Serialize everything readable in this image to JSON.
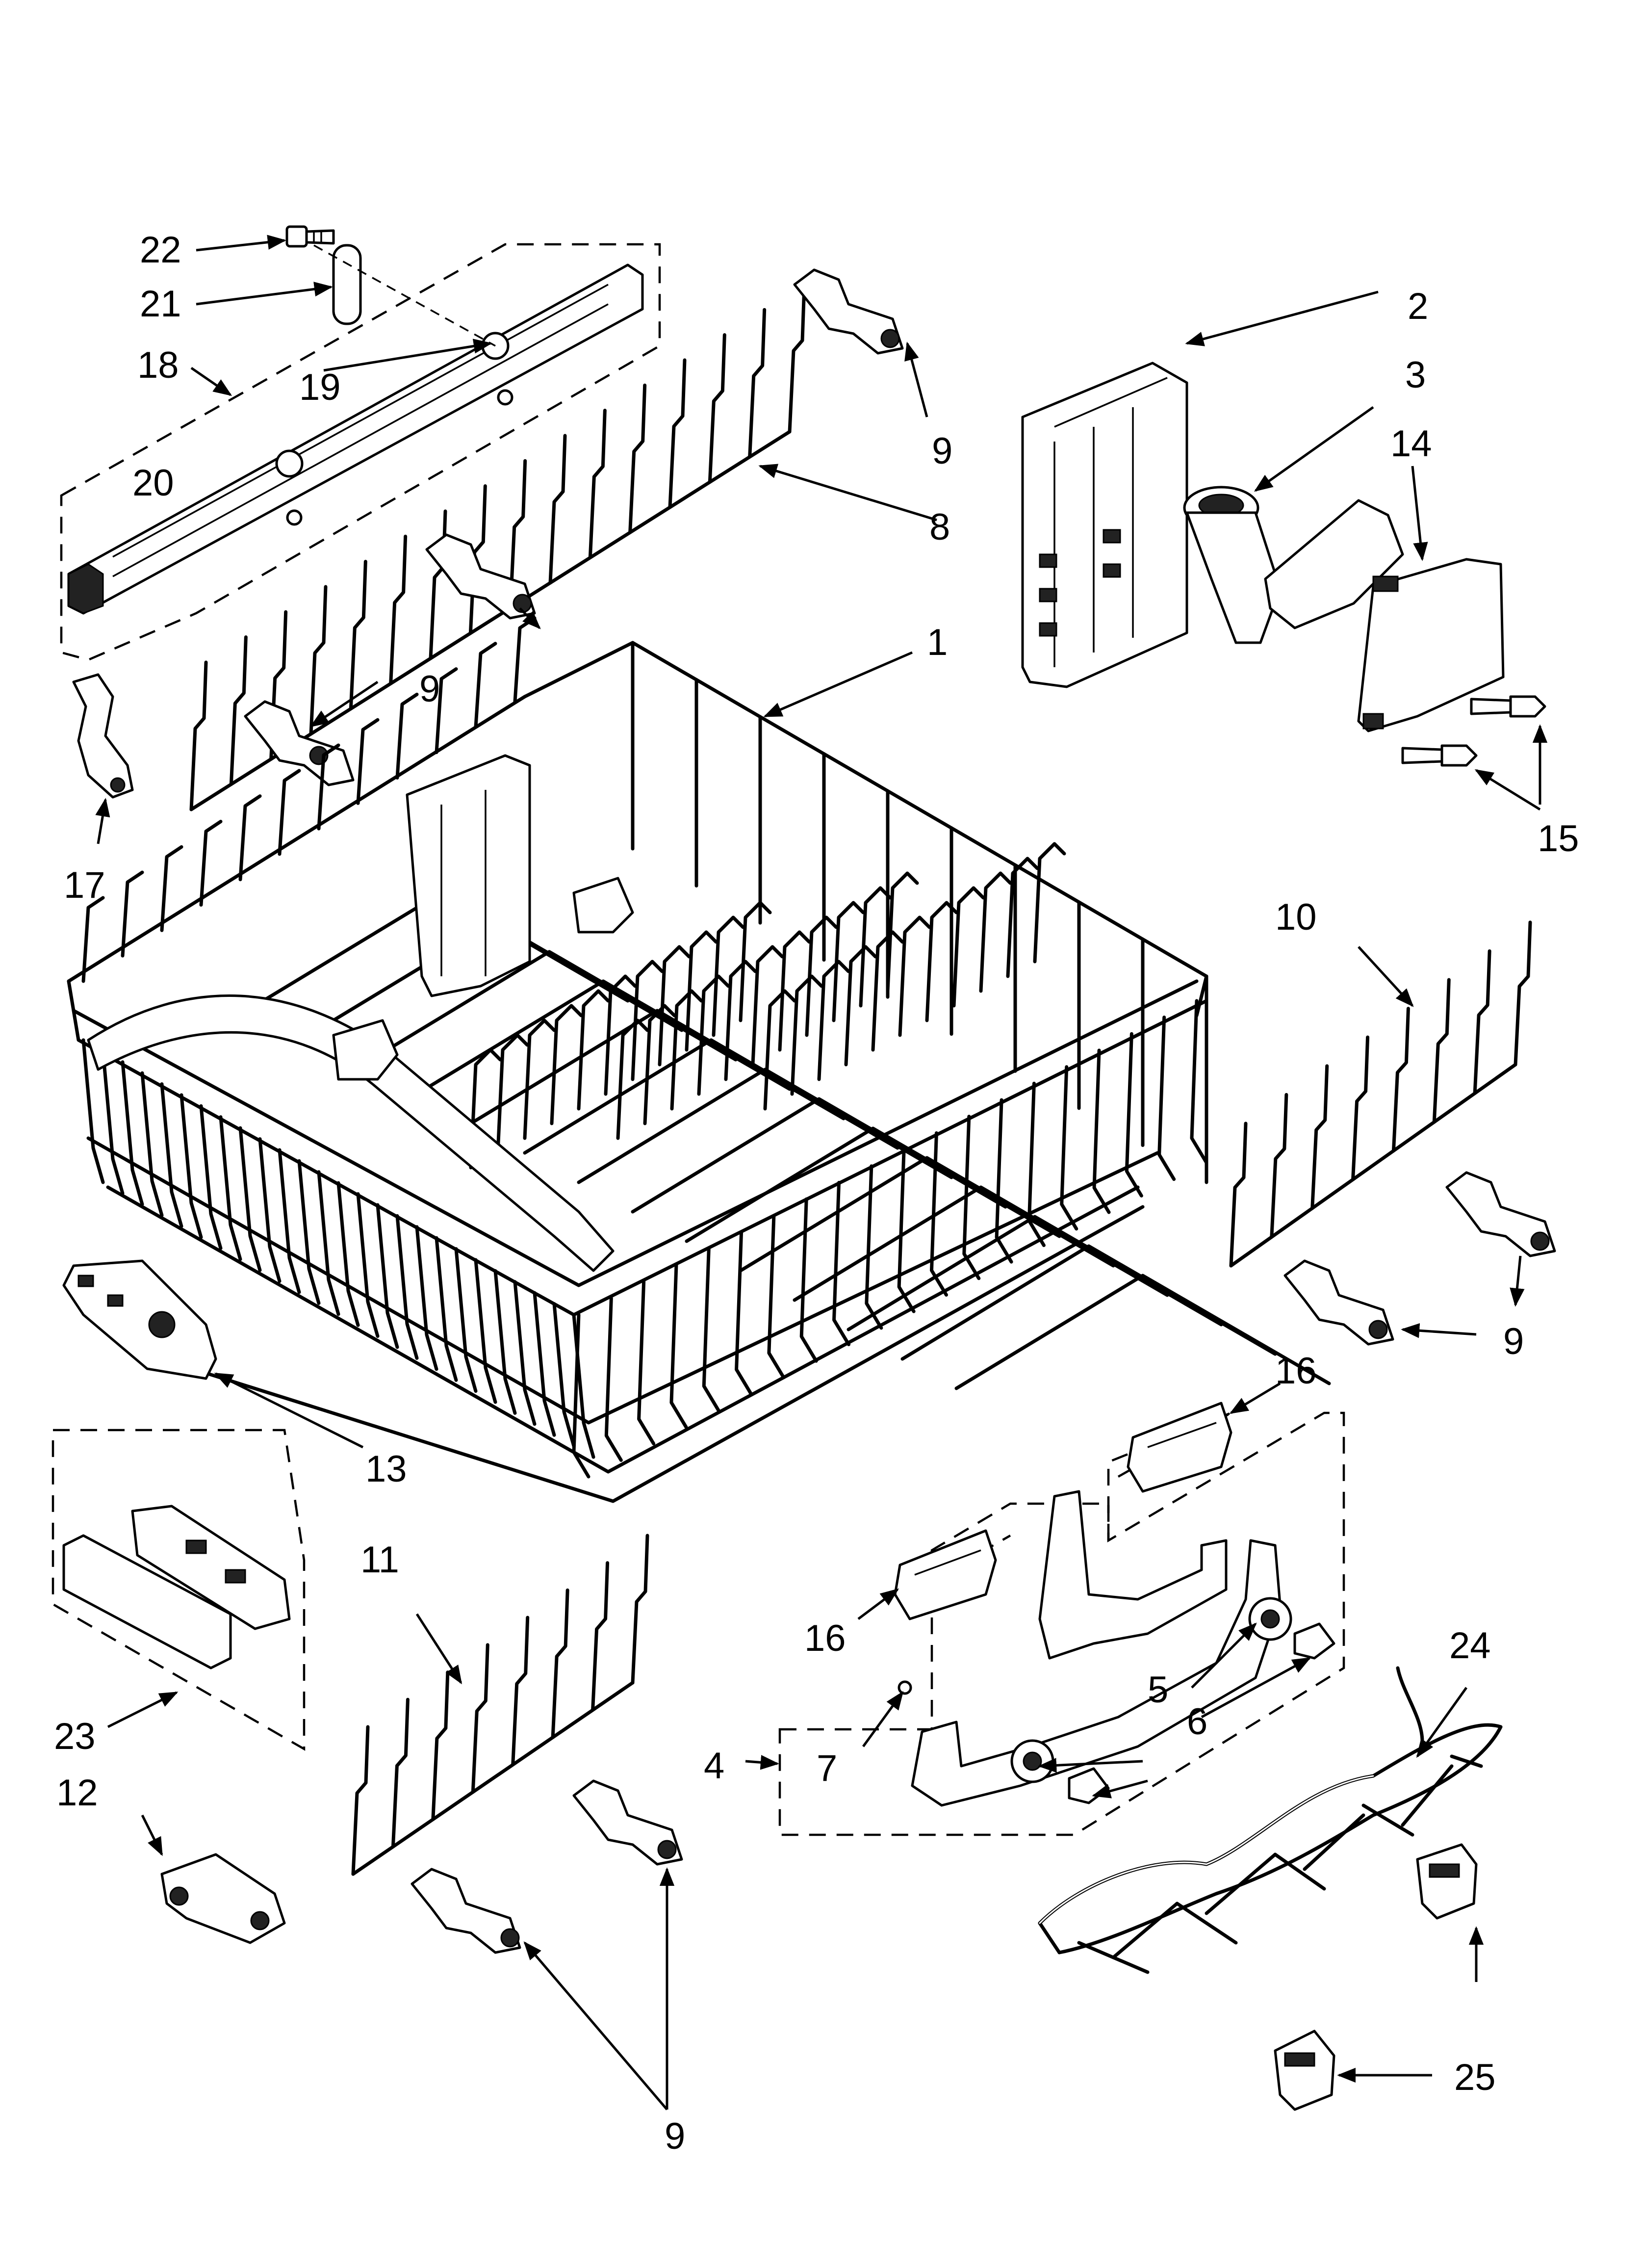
{
  "callouts": [
    {
      "id": "c1",
      "label": "1"
    },
    {
      "id": "c2",
      "label": "2"
    },
    {
      "id": "c3",
      "label": "3"
    },
    {
      "id": "c4",
      "label": "4"
    },
    {
      "id": "c5",
      "label": "5"
    },
    {
      "id": "c6",
      "label": "6"
    },
    {
      "id": "c7",
      "label": "7"
    },
    {
      "id": "c8",
      "label": "8"
    },
    {
      "id": "c9a",
      "label": "9"
    },
    {
      "id": "c9b",
      "label": "9"
    },
    {
      "id": "c9c",
      "label": "9"
    },
    {
      "id": "c9d",
      "label": "9"
    },
    {
      "id": "c10",
      "label": "10"
    },
    {
      "id": "c11",
      "label": "11"
    },
    {
      "id": "c12",
      "label": "12"
    },
    {
      "id": "c13",
      "label": "13"
    },
    {
      "id": "c14",
      "label": "14"
    },
    {
      "id": "c15",
      "label": "15"
    },
    {
      "id": "c16a",
      "label": "16"
    },
    {
      "id": "c16b",
      "label": "16"
    },
    {
      "id": "c17",
      "label": "17"
    },
    {
      "id": "c18",
      "label": "18"
    },
    {
      "id": "c19",
      "label": "19"
    },
    {
      "id": "c20",
      "label": "20"
    },
    {
      "id": "c21",
      "label": "21"
    },
    {
      "id": "c22",
      "label": "22"
    },
    {
      "id": "c23",
      "label": "23"
    },
    {
      "id": "c24",
      "label": "24"
    },
    {
      "id": "c25",
      "label": "25"
    }
  ]
}
